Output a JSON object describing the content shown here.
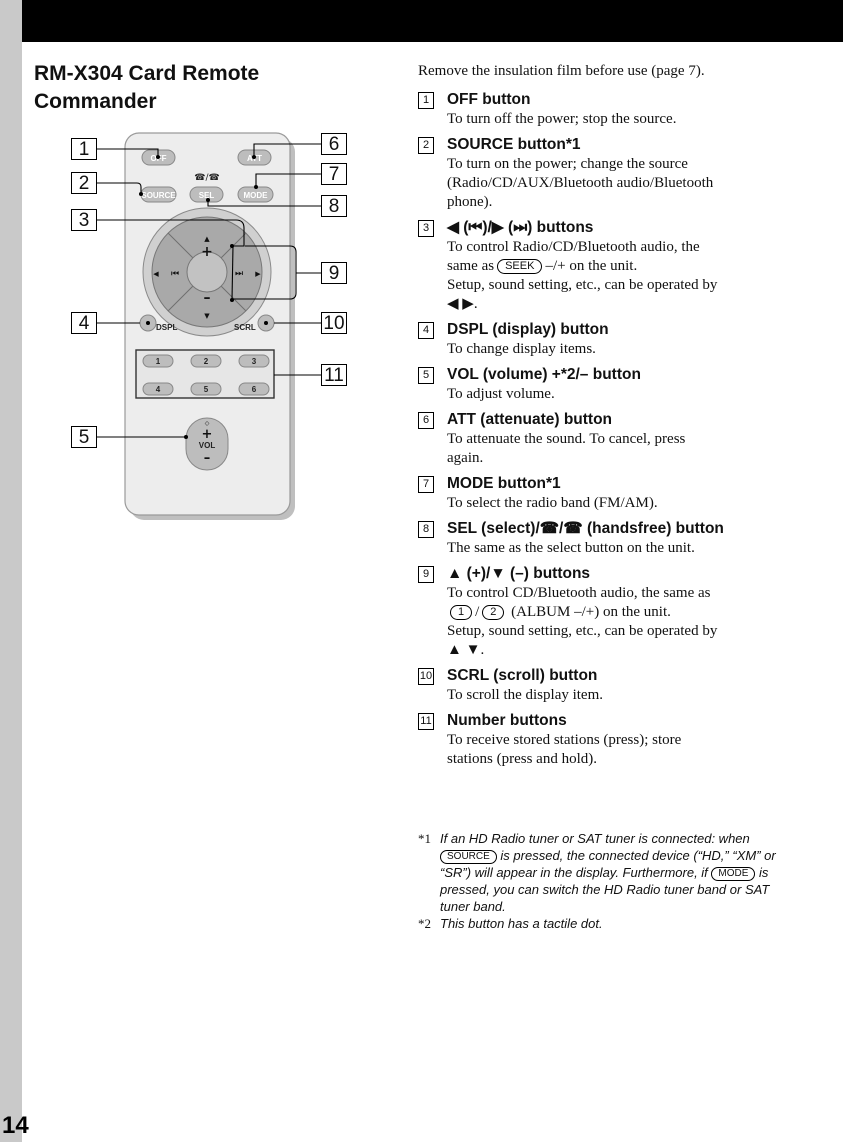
{
  "page_number": "14",
  "title": "RM-X304 Card Remote Commander",
  "intro": "Remove the insulation film before use (page 7).",
  "remote": {
    "off": "OFF",
    "att": "ATT",
    "source": "SOURCE",
    "sel": "SEL",
    "mode": "MODE",
    "dspl": "DSPL",
    "scrl": "SCRL",
    "vol": "VOL",
    "numbers": [
      "1",
      "2",
      "3",
      "4",
      "5",
      "6"
    ],
    "callouts": [
      "1",
      "2",
      "3",
      "4",
      "5",
      "6",
      "7",
      "8",
      "9",
      "10",
      "11"
    ]
  },
  "items": [
    {
      "num": "1",
      "head": "OFF button",
      "desc": [
        "To turn off the power; stop the source."
      ]
    },
    {
      "num": "2",
      "head": "SOURCE button*1",
      "desc": [
        "To turn on the power; change the source",
        "(Radio/CD/AUX/Bluetooth audio/Bluetooth",
        "phone)."
      ]
    },
    {
      "num": "3",
      "head": "◀ (⏮)/▶ (⏭) buttons",
      "desc": [
        "To control Radio/CD/Bluetooth audio, the"
      ],
      "desc_key_pre": "same as",
      "desc_key": "SEEK",
      "desc_key_post": "–/+ on the unit.",
      "desc2": [
        "Setup, sound setting, etc., can be operated by",
        "◀ ▶."
      ]
    },
    {
      "num": "4",
      "head": "DSPL (display) button",
      "desc": [
        "To change display items."
      ]
    },
    {
      "num": "5",
      "head": "VOL (volume) +*2/– button",
      "desc": [
        "To adjust volume."
      ]
    },
    {
      "num": "6",
      "head": "ATT (attenuate) button",
      "desc": [
        "To attenuate the sound. To cancel, press",
        "again."
      ]
    },
    {
      "num": "7",
      "head": "MODE button*1",
      "desc": [
        "To select the radio band (FM/AM)."
      ]
    },
    {
      "num": "8",
      "head": "SEL (select)/☎/☎ (handsfree) button",
      "desc": [
        "The same as the select button on the unit."
      ]
    },
    {
      "num": "9",
      "head": "▲ (+)/▼ (–) buttons",
      "desc": [
        "To control CD/Bluetooth audio, the same as"
      ],
      "desc_keys": [
        "1",
        "2"
      ],
      "desc_keys_post": "(ALBUM –/+) on the unit.",
      "desc2": [
        "Setup, sound setting, etc., can be operated by",
        "▲ ▼."
      ]
    },
    {
      "num": "10",
      "head": "SCRL (scroll) button",
      "desc": [
        "To scroll the display item."
      ]
    },
    {
      "num": "11",
      "head": "Number buttons",
      "desc": [
        "To receive stored stations (press); store",
        "stations (press and hold)."
      ]
    }
  ],
  "notes": [
    {
      "mark": "*1",
      "pre": "If an HD Radio tuner or SAT tuner is connected: when",
      "key": "SOURCE",
      "mid": "is pressed, the connected device (“HD,” “XM” or “SR”) will appear in the display. Furthermore, if",
      "key2": "MODE",
      "post": "is pressed, you can switch the HD Radio tuner band or SAT tuner band."
    },
    {
      "mark": "*2",
      "pre": "This button has a tactile dot."
    }
  ]
}
